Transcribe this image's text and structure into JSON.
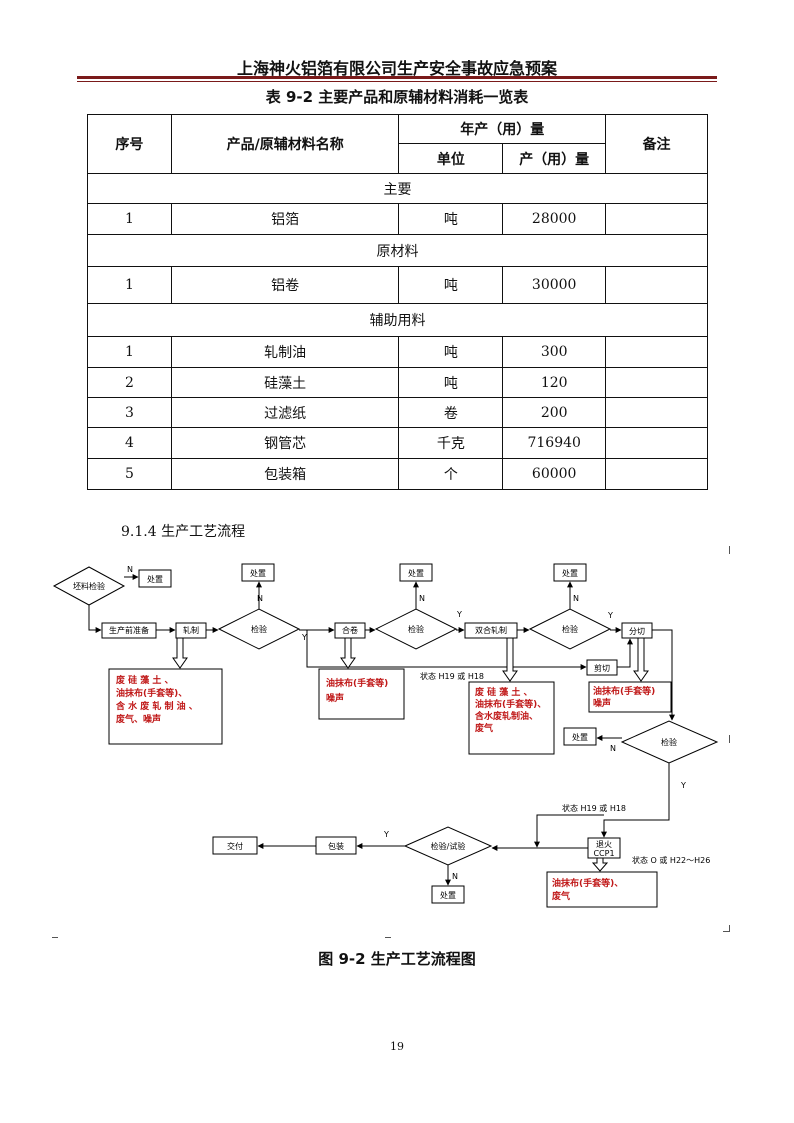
{
  "header": {
    "title": "上海神火铝箔有限公司生产安全事故应急预案"
  },
  "table": {
    "title": "表 9-2 主要产品和原辅材料消耗一览表",
    "headers": {
      "no": "序号",
      "name": "产品/原辅材料名称",
      "annual": "年产（用）量",
      "unit": "单位",
      "qty": "产（用）量",
      "remark": "备注"
    },
    "sections": [
      {
        "title": "主要",
        "rows": [
          {
            "no": "1",
            "name": "铝箔",
            "unit": "吨",
            "qty": "28000",
            "remark": ""
          }
        ]
      },
      {
        "title": "原材料",
        "rows": [
          {
            "no": "1",
            "name": "铝卷",
            "unit": "吨",
            "qty": "30000",
            "remark": ""
          }
        ]
      },
      {
        "title": "辅助用料",
        "rows": [
          {
            "no": "1",
            "name": "轧制油",
            "unit": "吨",
            "qty": "300",
            "remark": ""
          },
          {
            "no": "2",
            "name": "硅藻土",
            "unit": "吨",
            "qty": "120",
            "remark": ""
          },
          {
            "no": "3",
            "name": "过滤纸",
            "unit": "卷",
            "qty": "200",
            "remark": ""
          },
          {
            "no": "4",
            "name": "钢管芯",
            "unit": "千克",
            "qty": "716940",
            "remark": ""
          },
          {
            "no": "5",
            "name": "包装箱",
            "unit": "个",
            "qty": "60000",
            "remark": ""
          }
        ]
      }
    ]
  },
  "section_heading": "9.1.4 生产工艺流程",
  "flow": {
    "raw_inspect": "坯料检验",
    "prep": "生产前准备",
    "rolling": "轧制",
    "inspect": "检验",
    "combine": "合卷",
    "double_rolling": "双合轧制",
    "slitting": "分切",
    "cutting": "剪切",
    "anneal": "退火",
    "anneal_code": "CCP1",
    "test": "检验/试验",
    "pack": "包装",
    "deliver": "交付",
    "dispose": "处置",
    "y": "Y",
    "n": "N",
    "state_h19_h18": "状态 H19 或 H18",
    "state_o_h22": "状态 O 或 H22～H26",
    "waste1": [
      "废   硅   藻   土   、",
      "油抹布(手套等)、",
      "含 水 废 轧 制 油 、",
      "废气、噪声"
    ],
    "waste2": [
      "油抹布(手套等)",
      "噪声"
    ],
    "waste3": [
      "废 硅 藻 土 、",
      "油抹布(手套等)、",
      "含水废轧制油、",
      "废气"
    ],
    "waste4": [
      "油抹布(手套等)",
      "噪声"
    ],
    "waste5": [
      "油抹布(手套等)、",
      "废气"
    ]
  },
  "figure_caption": "图 9-2 生产工艺流程图",
  "page_number": "19",
  "colors": {
    "rule": "#7a1a1a",
    "waste_text": "#c01818"
  }
}
